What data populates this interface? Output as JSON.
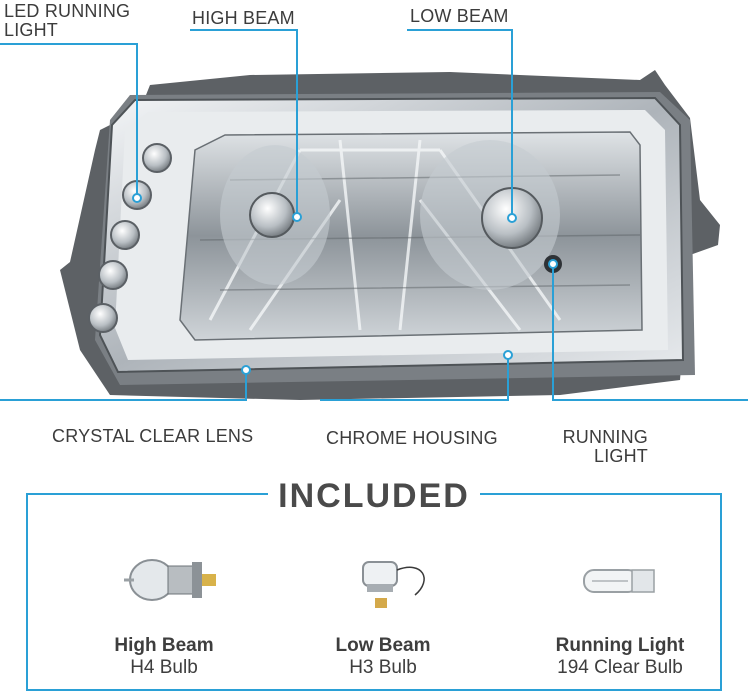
{
  "callouts": {
    "led_running_light": "LED RUNNING\nLIGHT",
    "high_beam": "HIGH BEAM",
    "low_beam": "LOW BEAM",
    "crystal_clear_lens": "CRYSTAL CLEAR LENS",
    "chrome_housing": "CHROME HOUSING",
    "running_light": "RUNNING\nLIGHT"
  },
  "included": {
    "title": "INCLUDED",
    "bulbs": [
      {
        "name": "High Beam",
        "type": "H4 Bulb"
      },
      {
        "name": "Low Beam",
        "type": "H3 Bulb"
      },
      {
        "name": "Running Light",
        "type": "194 Clear Bulb"
      }
    ]
  },
  "colors": {
    "accent": "#2aa0d6",
    "chrome": "#c9ced3",
    "housing": "#6b6f73"
  }
}
